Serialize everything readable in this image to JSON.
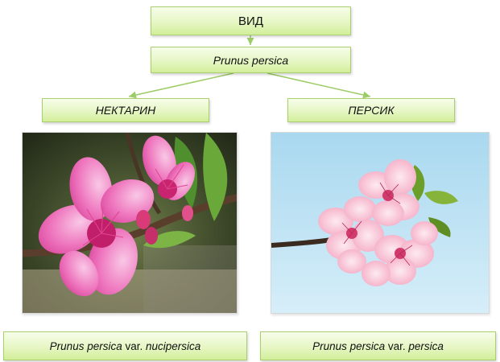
{
  "root": {
    "label": "ВИД"
  },
  "species": {
    "label": "Prunus persica"
  },
  "branches": [
    {
      "label": "НЕКТАРИН",
      "caption": {
        "species": "Prunus persica",
        "var": "var.",
        "variety": "nucipersica"
      },
      "image": "nectarine-blossom"
    },
    {
      "label": "ПЕРСИК",
      "caption": {
        "species": "Prunus persica",
        "var": "var.",
        "variety": "persica"
      },
      "image": "peach-blossom"
    }
  ],
  "colors": {
    "box_border": "#a9cf6e",
    "box_fill": "#e6f6c4",
    "arrow": "#9ccc65"
  }
}
